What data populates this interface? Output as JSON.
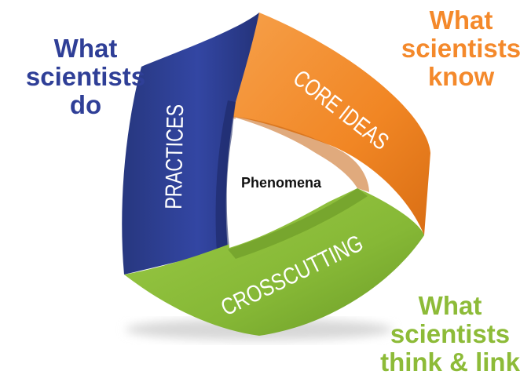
{
  "captions": {
    "practices": [
      "What",
      "scientists",
      "do"
    ],
    "core_ideas": [
      "What",
      "scientists",
      "know"
    ],
    "crosscutting": [
      "What",
      "scientists",
      "think & link"
    ]
  },
  "bands": {
    "practices": "PRACTICES",
    "core_ideas": "CORE IDEAS",
    "crosscutting": "CROSSCUTTING"
  },
  "center": "Phenomena",
  "colors": {
    "practices": "#2f3f97",
    "core_ideas": "#f4892b",
    "crosscutting": "#8dbb38"
  }
}
